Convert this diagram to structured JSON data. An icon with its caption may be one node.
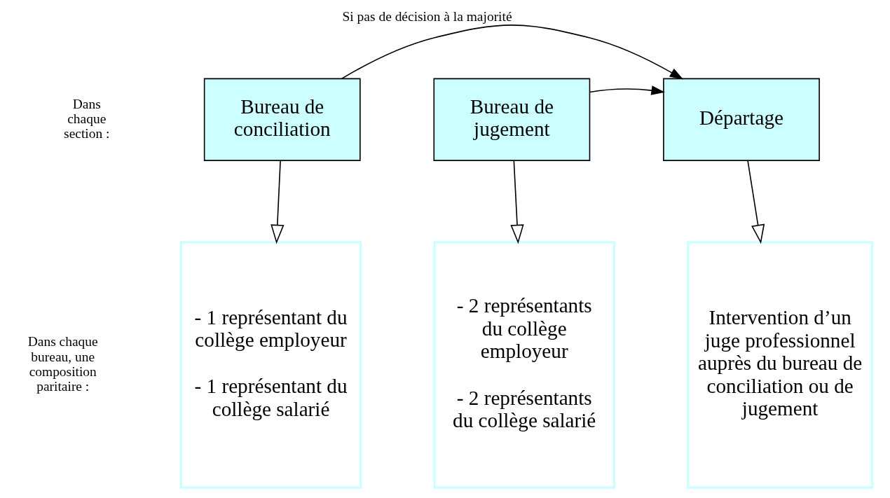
{
  "diagram": {
    "nodes": [
      {
        "text": [
          "Bureau de conciliation"
        ]
      },
      {
        "text": [
          "Bureau de jugement"
        ]
      },
      {
        "text": [
          "Départage"
        ]
      },
      {
        "text": [
          "- 1 représentant du collège employeur",
          "- 1 représentant du collège salarié"
        ]
      },
      {
        "text": [
          "- 2 représentants du collège employeur",
          "- 2 représentants du collège salarié"
        ]
      },
      {
        "text": [
          "Intervention d’un juge professionnel auprès du bureau de conciliation ou de jugement"
        ]
      }
    ],
    "edges": [
      {
        "from": 0,
        "to": 2,
        "arrow": "to",
        "label": "Si pas de décision à la majorité"
      },
      {
        "from": 1,
        "to": 2,
        "arrow": "to"
      },
      {
        "from": 0,
        "to": 3,
        "arrow": "to"
      },
      {
        "from": 1,
        "to": 4,
        "arrow": "to"
      },
      {
        "from": 2,
        "to": 5,
        "arrow": "to"
      }
    ],
    "labels": [
      "Dans chaque section :",
      "Dans chaque bureau, une composition paritaire :"
    ]
  }
}
